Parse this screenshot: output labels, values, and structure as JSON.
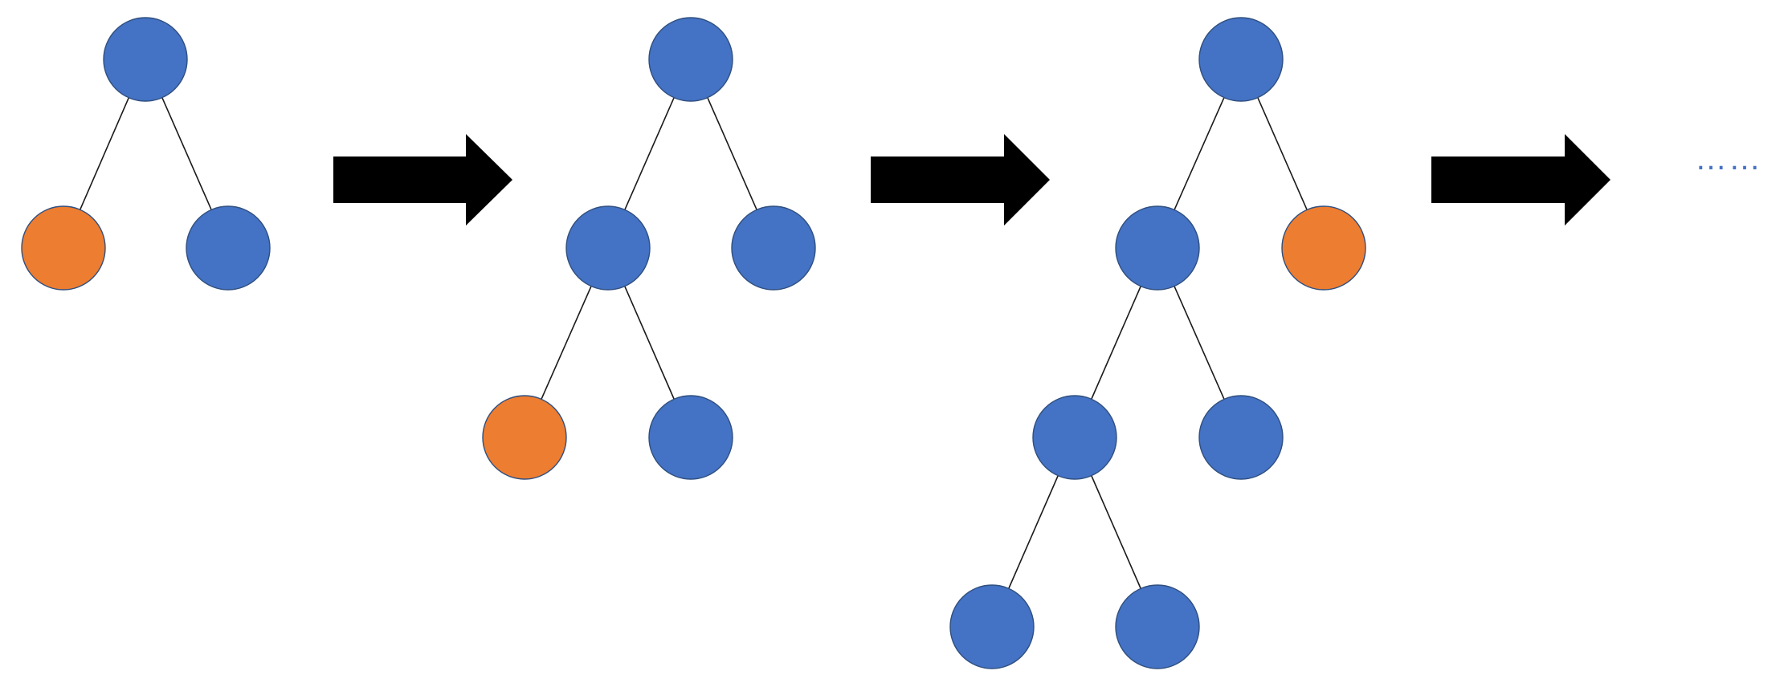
{
  "colors": {
    "default_node": "#4472c4",
    "highlight_node": "#ed7d31",
    "edge": "#1a1a1a",
    "arrow": "#000000",
    "ellipsis": "#4472c4"
  },
  "stages": [
    {
      "nodes": [
        {
          "id": "root",
          "state": "default"
        },
        {
          "id": "left",
          "state": "highlight"
        },
        {
          "id": "right",
          "state": "default"
        }
      ],
      "edges": [
        [
          "root",
          "left"
        ],
        [
          "root",
          "right"
        ]
      ]
    },
    {
      "nodes": [
        {
          "id": "root",
          "state": "default"
        },
        {
          "id": "left",
          "state": "default"
        },
        {
          "id": "right",
          "state": "default"
        },
        {
          "id": "left-left",
          "state": "highlight"
        },
        {
          "id": "left-right",
          "state": "default"
        }
      ],
      "edges": [
        [
          "root",
          "left"
        ],
        [
          "root",
          "right"
        ],
        [
          "left",
          "left-left"
        ],
        [
          "left",
          "left-right"
        ]
      ]
    },
    {
      "nodes": [
        {
          "id": "root",
          "state": "default"
        },
        {
          "id": "left",
          "state": "default"
        },
        {
          "id": "right",
          "state": "highlight"
        },
        {
          "id": "left-left",
          "state": "default"
        },
        {
          "id": "left-right",
          "state": "default"
        },
        {
          "id": "left-left-left",
          "state": "default"
        },
        {
          "id": "left-left-right",
          "state": "default"
        }
      ],
      "edges": [
        [
          "root",
          "left"
        ],
        [
          "root",
          "right"
        ],
        [
          "left",
          "left-left"
        ],
        [
          "left",
          "left-right"
        ],
        [
          "left-left",
          "left-left-left"
        ],
        [
          "left-left",
          "left-left-right"
        ]
      ]
    }
  ],
  "arrows": [
    "arrow-1",
    "arrow-2",
    "arrow-3"
  ],
  "continuation_text": "……"
}
